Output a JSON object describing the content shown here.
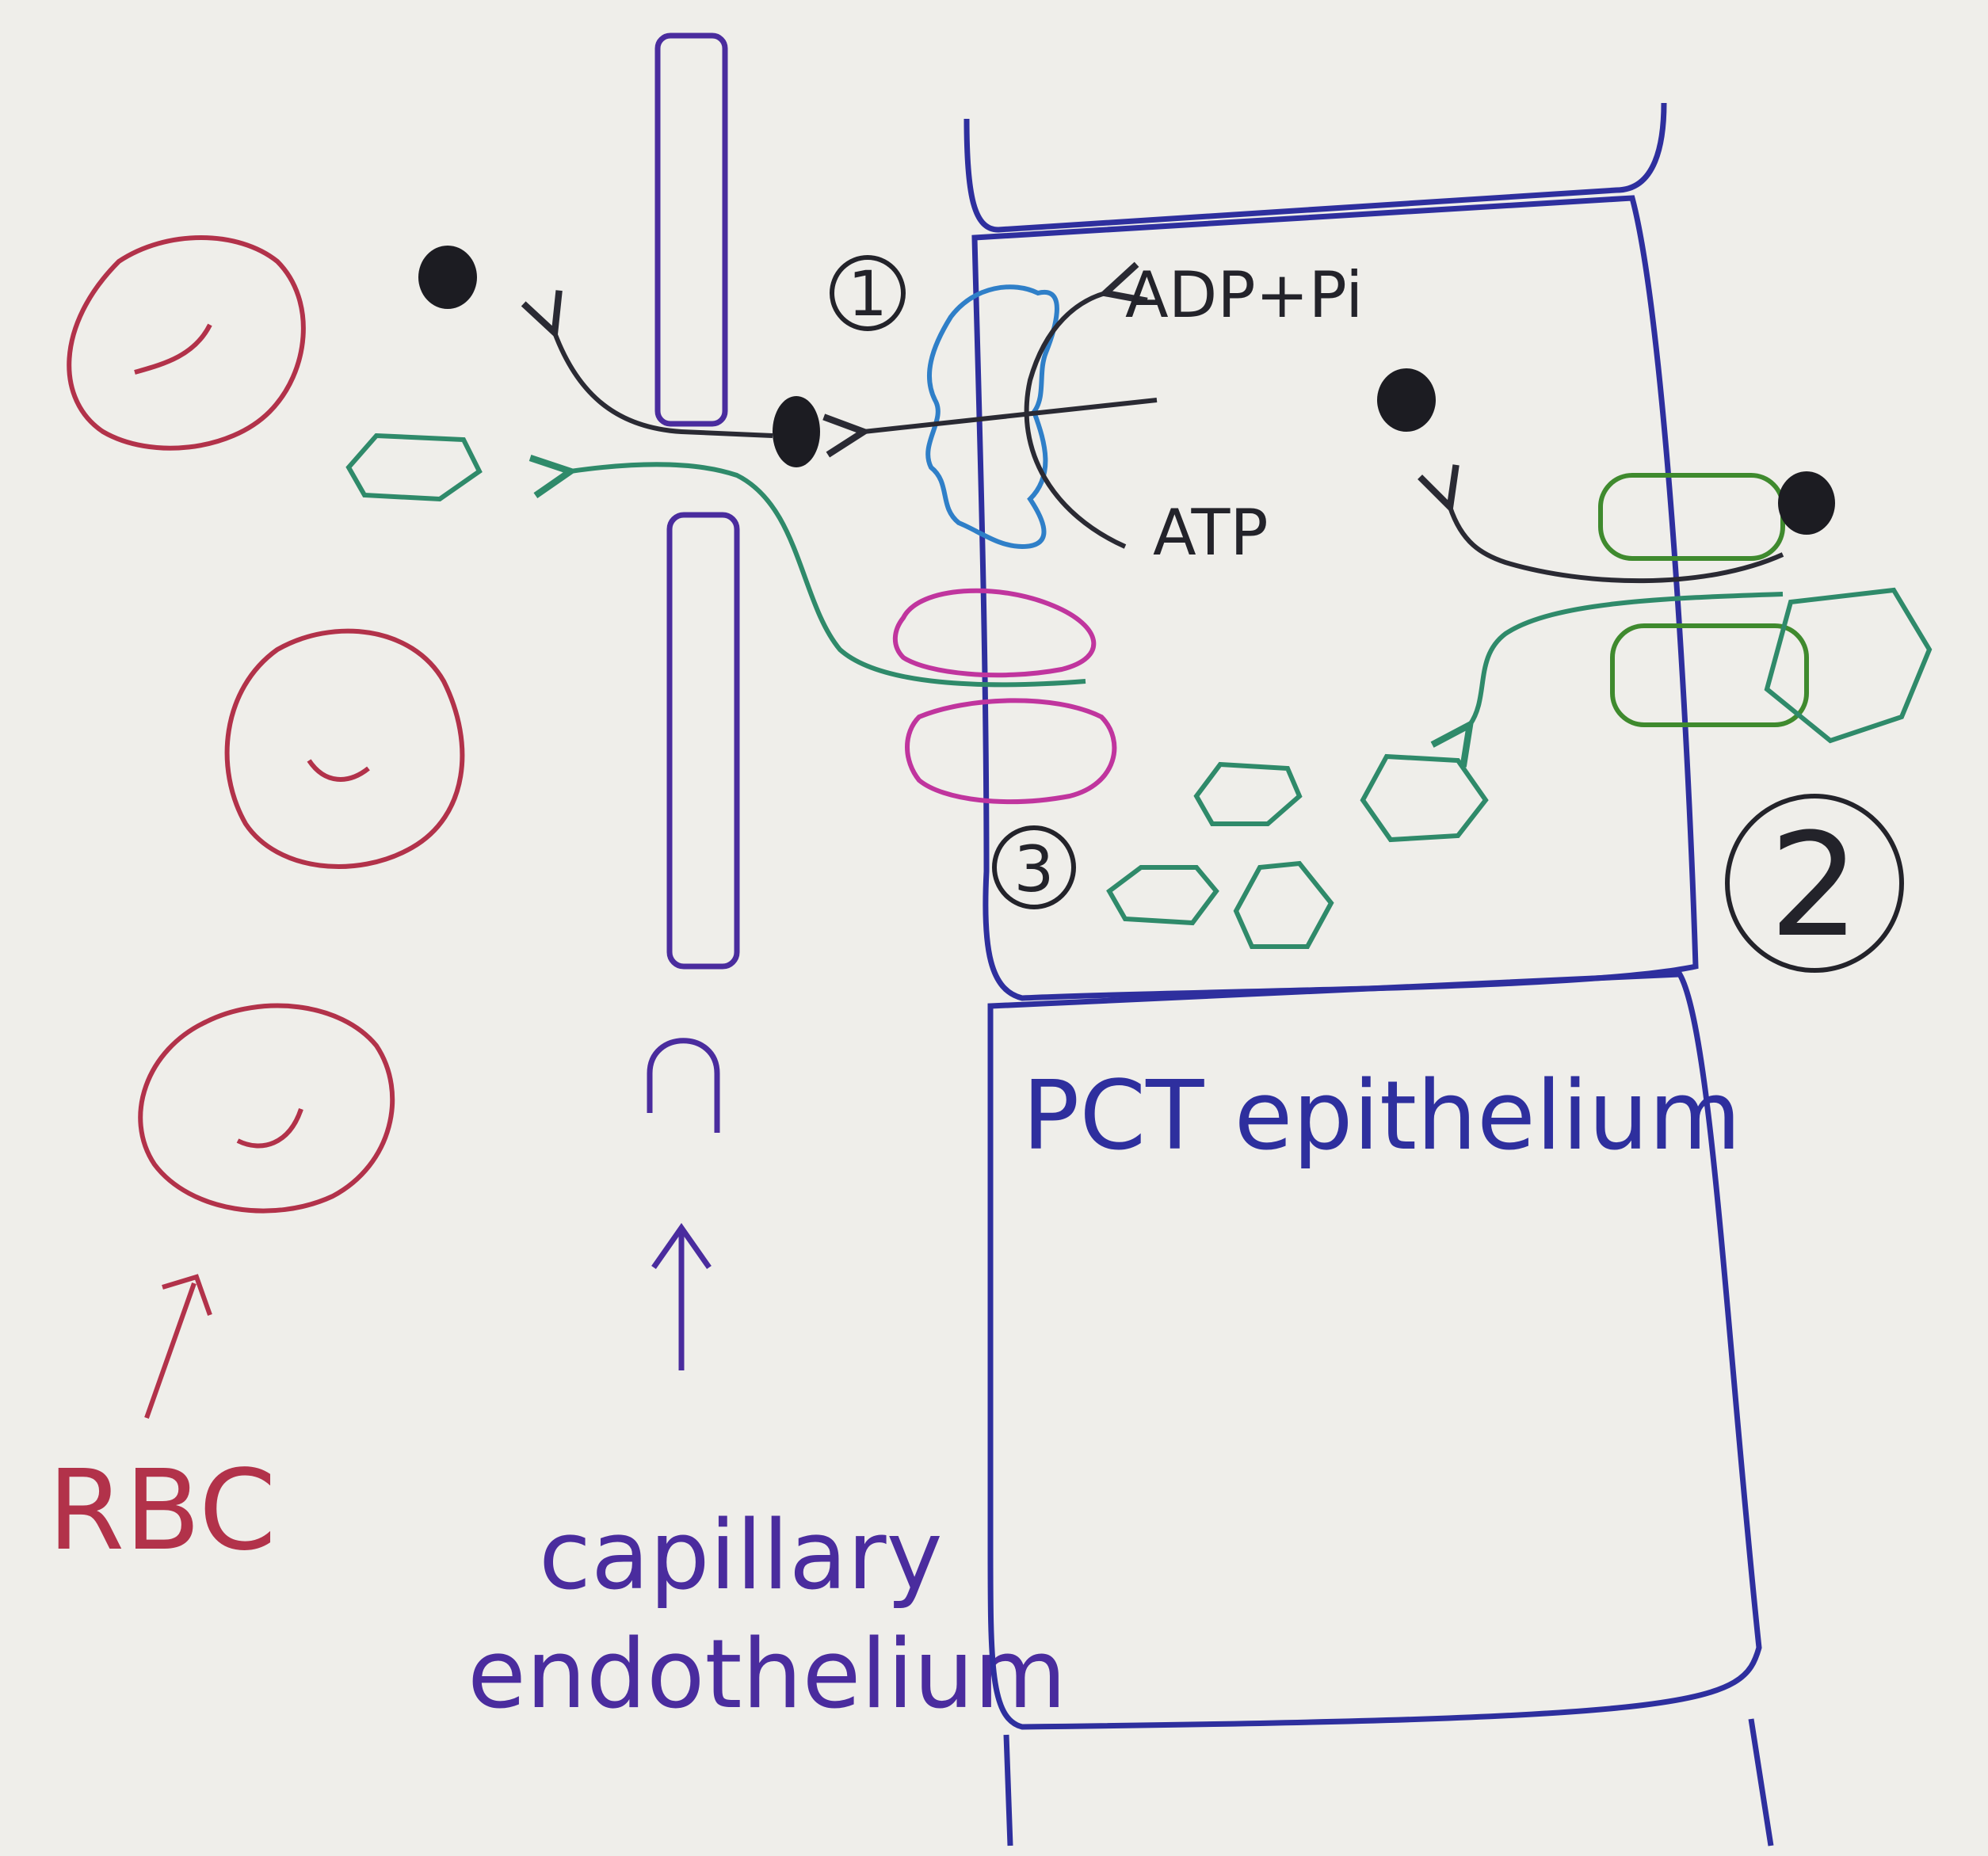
{
  "labels": {
    "adp": "ADP+Pi",
    "atp": "ATP",
    "step1": "1",
    "step2": "2",
    "step3": "3",
    "pct": "PCT epithelium",
    "capillary_line1": "capillary",
    "capillary_line2": "endothelium",
    "rbc": "RBC"
  },
  "colors": {
    "rbc": "#b2324a",
    "endothelium": "#4a2c9e",
    "epithelium": "#2e2f9e",
    "atpase": "#2f7fc8",
    "glut": "#c0359e",
    "sglt": "#3f8a2e",
    "glucose": "#2f8a6a",
    "sodium": "#1c1c22",
    "arrow": "#2a2a33",
    "background": "#efeeea"
  },
  "icons": {
    "sodium": "filled-circle",
    "glucose": "hexagon",
    "rbc": "circle-with-curve"
  }
}
